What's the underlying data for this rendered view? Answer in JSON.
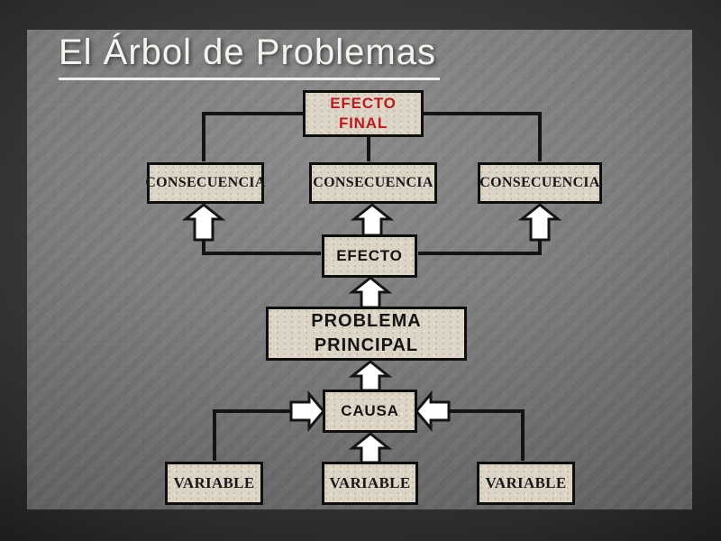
{
  "slide": {
    "title": "El Árbol de Problemas"
  },
  "diagram": {
    "efecto_final": "EFECTO\nFINAL",
    "consecuencias": [
      "CONSECUENCIA",
      "CONSECUENCIA",
      "CONSECUENCIA"
    ],
    "efecto": "EFECTO",
    "problema_principal": "PROBLEMA\nPRINCIPAL",
    "causa": "CAUSA",
    "variables": [
      "VARIABLE",
      "VARIABLE",
      "VARIABLE"
    ]
  },
  "colors": {
    "accent_red": "#c0181c",
    "box_fill": "#dcd5c6",
    "box_border": "#0e0e0e",
    "connector": "#141414",
    "arrow_fill": "#ffffff",
    "title_text": "#f4f4ef",
    "panel_gray": "#7e7e7e",
    "background": "#000000"
  }
}
